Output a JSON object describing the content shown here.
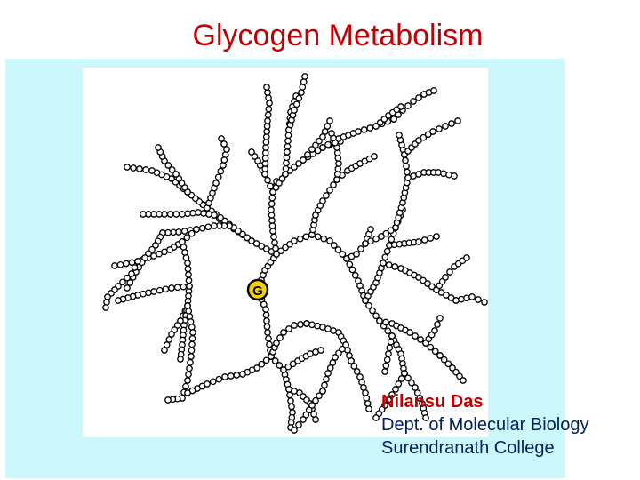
{
  "slide": {
    "title": "Glycogen Metabolism",
    "diagram": {
      "core_label": "G",
      "core_color": "#f2d200",
      "bead_stroke": "#000000",
      "bead_fill": "#ffffff"
    },
    "author": {
      "name": "Nilansu Das",
      "department": "Dept. of Molecular Biology",
      "college": "Surendranath  College"
    },
    "colors": {
      "title": "#c00000",
      "panel": "#cdf8fb",
      "author_name": "#c00000",
      "author_text": "#002060"
    }
  }
}
